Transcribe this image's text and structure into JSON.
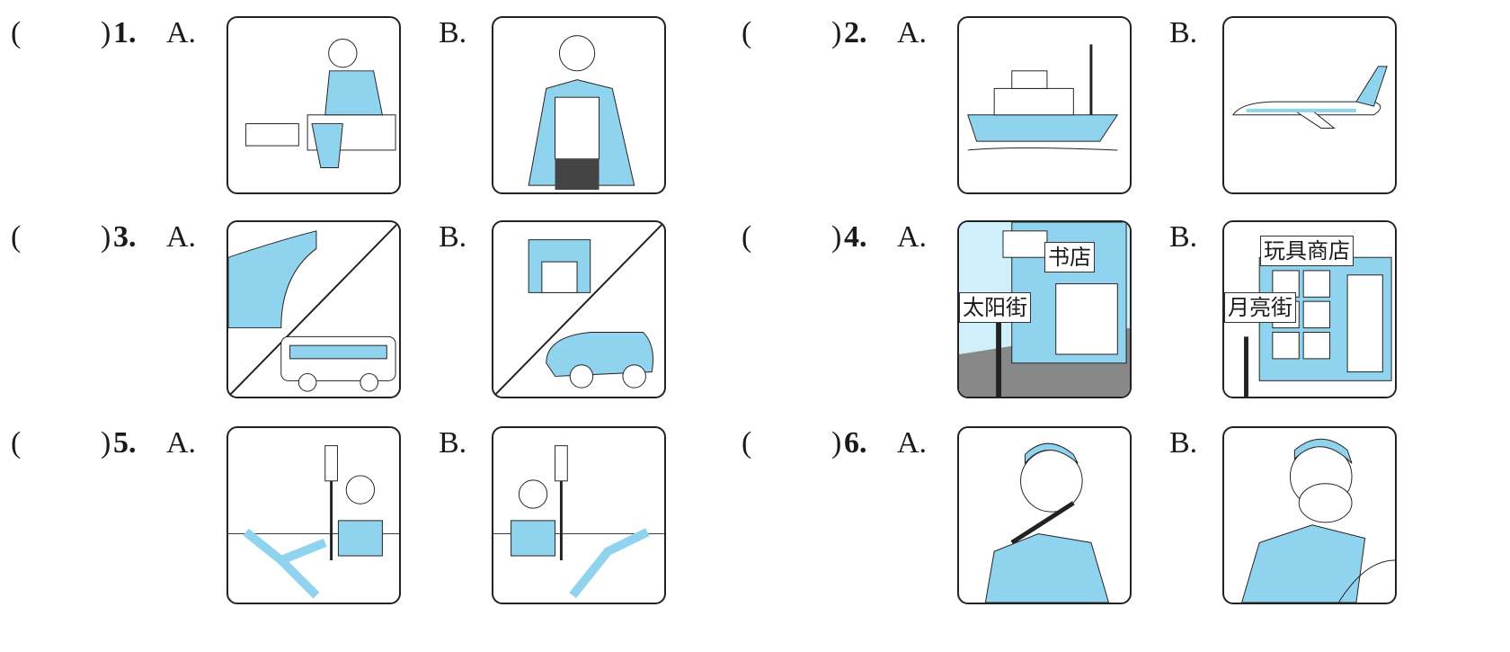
{
  "questions": [
    {
      "paren_open": "(",
      "paren_close": ")",
      "number": "1.",
      "option_a": "A.",
      "option_b": "B.",
      "a_desc_icon": "boy-putting-on-shoes",
      "b_desc_icon": "man-taking-off-coat"
    },
    {
      "paren_open": "(",
      "paren_close": ")",
      "number": "2.",
      "option_a": "A.",
      "option_b": "B.",
      "a_desc_icon": "ship",
      "b_desc_icon": "airplane"
    },
    {
      "paren_open": "(",
      "paren_close": ")",
      "number": "3.",
      "option_a": "A.",
      "option_b": "B.",
      "a_desc_icon": "great-wall-and-bus",
      "b_desc_icon": "building-and-taxi"
    },
    {
      "paren_open": "(",
      "paren_close": ")",
      "number": "4.",
      "option_a": "A.",
      "option_b": "B.",
      "a_signs": {
        "shop": "书店",
        "street": "太阳街"
      },
      "b_signs": {
        "shop": "玩具商店",
        "street": "月亮街"
      }
    },
    {
      "paren_open": "(",
      "paren_close": ")",
      "number": "5.",
      "option_a": "A.",
      "option_b": "B.",
      "a_desc_icon": "girl-turning-left",
      "b_desc_icon": "girl-turning-right"
    },
    {
      "paren_open": "(",
      "paren_close": ")",
      "number": "6.",
      "option_a": "A.",
      "option_b": "B.",
      "a_desc_icon": "boy-brushing-teeth",
      "b_desc_icon": "boy-washing-face"
    }
  ],
  "colors": {
    "accent_blue": "#8fd3ee",
    "line": "#222222",
    "road_gray": "#bdbdbd"
  }
}
